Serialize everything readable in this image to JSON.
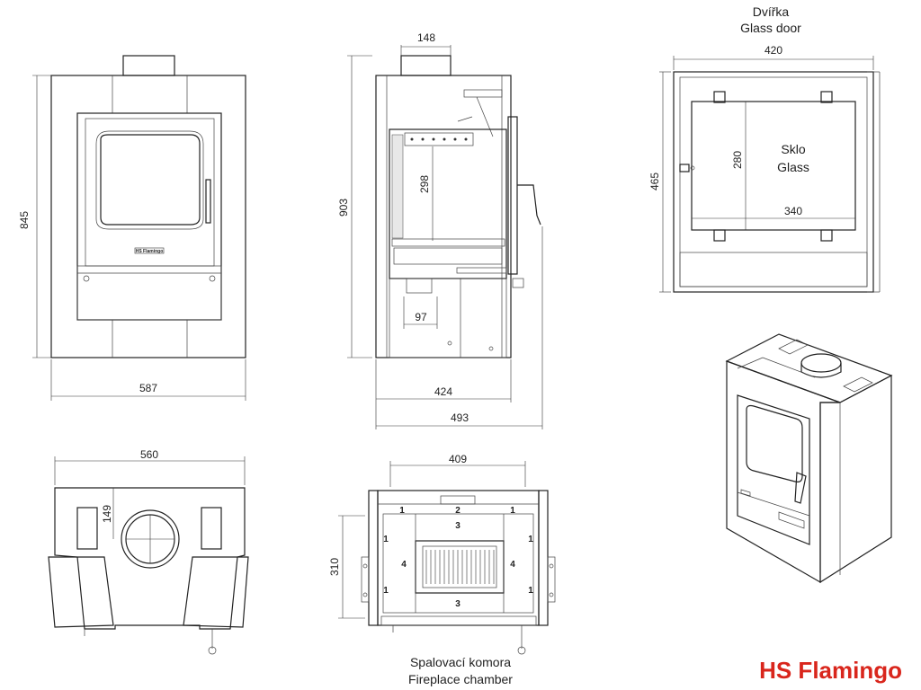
{
  "brand": {
    "name": "HS Flamingo",
    "color": "#d9261c",
    "badge": "HS Flamingo"
  },
  "front_view": {
    "height": "845",
    "width": "587"
  },
  "side_view": {
    "flue": "148",
    "height": "903",
    "inner": "298",
    "ash": "97",
    "depth_inner": "424",
    "depth_total": "493"
  },
  "glass_door": {
    "title_cz": "Dvířka",
    "title_en": "Glass door",
    "width": "420",
    "height": "465",
    "glass_height": "280",
    "glass_width": "340",
    "glass_cz": "Sklo",
    "glass_en": "Glass"
  },
  "top_view": {
    "width": "560",
    "flue_offset": "149"
  },
  "chamber": {
    "width": "409",
    "depth": "310",
    "caption_cz": "Spalovací komora",
    "caption_en": "Fireplace chamber",
    "parts": {
      "p1": "1",
      "p2": "2",
      "p3": "3",
      "p4": "4"
    }
  }
}
